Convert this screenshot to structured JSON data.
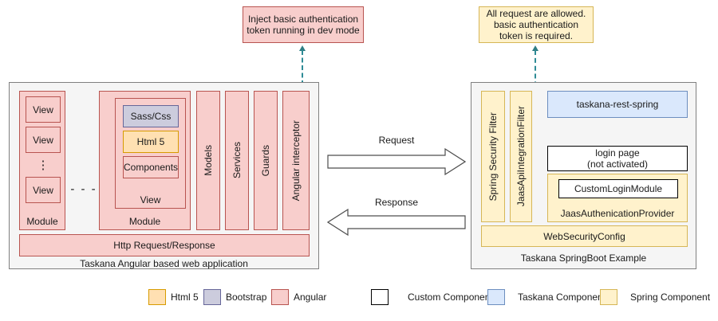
{
  "callouts": {
    "left": {
      "text": "Inject basic authentication token running in dev mode",
      "fill": "#f8cecc",
      "stroke": "#b85450"
    },
    "right": {
      "text": "All request are allowed. basic authentication token is required.",
      "fill": "#fff2cc",
      "stroke": "#d6b656"
    }
  },
  "left_panel": {
    "caption": "Taskana Angular based web application",
    "module_a": {
      "label": "Module",
      "views": [
        "View",
        "View",
        "View"
      ],
      "vertical_ellipsis": "⋮"
    },
    "ellipsis": "- - -",
    "module_b": {
      "label": "Module",
      "view_label": "View",
      "items": [
        {
          "label": "Sass/Css",
          "type": "bootstrap"
        },
        {
          "label": "Html 5",
          "type": "html5"
        },
        {
          "label": "Components",
          "type": "angular"
        }
      ]
    },
    "columns": [
      "Models",
      "Services",
      "Guards",
      "Angular interceptor"
    ],
    "http_bar": "Http Request/Response"
  },
  "arrows": {
    "request": "Request",
    "response": "Response"
  },
  "right_panel": {
    "caption": "Taskana SpringBoot Example",
    "filters": [
      "Spring Security Filter",
      "JaasApiIntegrationFilter"
    ],
    "taskana_rest": "taskana-rest-spring",
    "login_page_line1": "login page",
    "login_page_line2": "(not activated)",
    "jaas_provider": {
      "label": "JaasAuthenicationProvider",
      "inner": "CustomLoginModule"
    },
    "web_security_config": "WebSecurityConfig"
  },
  "legend": {
    "items": [
      {
        "label": "Html 5",
        "fill": "#ffe0b2",
        "stroke": "#d79b00"
      },
      {
        "label": "Bootstrap",
        "fill": "#ccccdd",
        "stroke": "#666699"
      },
      {
        "label": "Angular",
        "fill": "#f8cecc",
        "stroke": "#b85450"
      },
      {
        "label": "Custom Component",
        "fill": "#ffffff",
        "stroke": "#000000"
      },
      {
        "label": "Taskana Component",
        "fill": "#dae8fc",
        "stroke": "#6c8ebf"
      },
      {
        "label": "Spring Component",
        "fill": "#fff2cc",
        "stroke": "#d6b656"
      }
    ]
  },
  "colors": {
    "connector": "#2e8b96",
    "panel_bg": "#f5f5f5",
    "panel_border": "#808080"
  }
}
